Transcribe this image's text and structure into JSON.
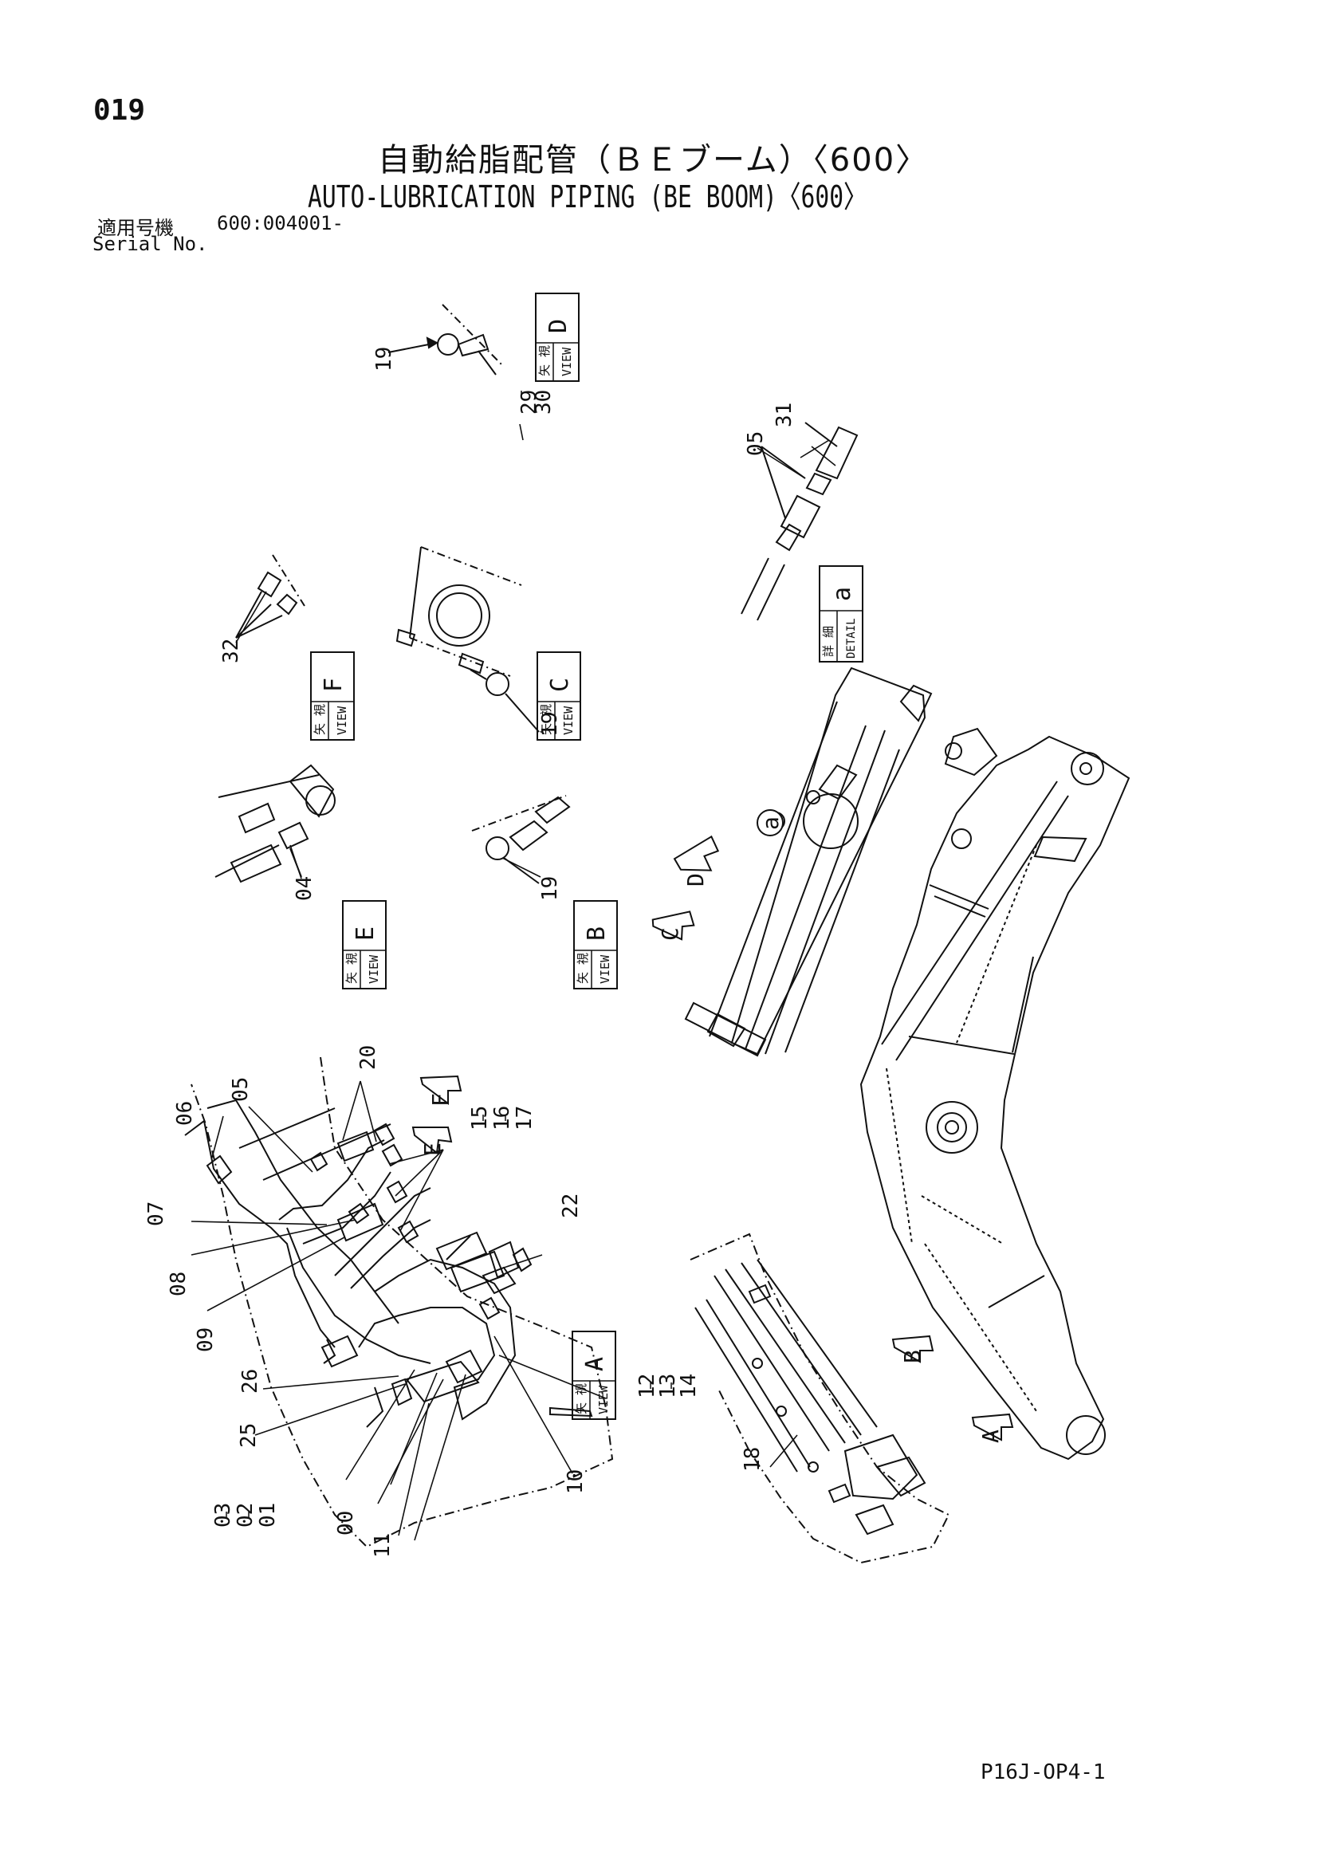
{
  "page_number": "019",
  "title_jp": "自動給脂配管（ＢＥブーム）〈600〉",
  "title_en": "AUTO-LUBRICATION PIPING (BE BOOM)〈600〉",
  "serial": {
    "label_jp": "適用号機",
    "value": "600:004001-",
    "label_en": "Serial No."
  },
  "doc_code": "P16J-OP4-1",
  "views": {
    "A": {
      "jp": "矢 視",
      "en": "VIEW",
      "letter": "A"
    },
    "B": {
      "jp": "矢 視",
      "en": "VIEW",
      "letter": "B"
    },
    "C": {
      "jp": "矢 視",
      "en": "VIEW",
      "letter": "C"
    },
    "D": {
      "jp": "矢 視",
      "en": "VIEW",
      "letter": "D"
    },
    "E": {
      "jp": "矢 視",
      "en": "VIEW",
      "letter": "E"
    },
    "F": {
      "jp": "矢 視",
      "en": "VIEW",
      "letter": "F"
    },
    "a": {
      "jp": "詳 細",
      "en": "DETAIL",
      "letter": "a"
    }
  },
  "callouts": {
    "p00": "00",
    "p01": "01",
    "p02": "02",
    "p03": "03",
    "p04": "04",
    "p05": "05",
    "p06": "06",
    "p07": "07",
    "p08": "08",
    "p09": "09",
    "p10": "10",
    "p11": "11",
    "p12": "12",
    "p13": "13",
    "p14": "14",
    "p15": "15",
    "p16": "16",
    "p17": "17",
    "p18": "18",
    "p19": "19",
    "p20": "20",
    "p22": "22",
    "p25": "25",
    "p26": "26",
    "p29": "29",
    "p30": "30",
    "p31": "31",
    "p32": "32"
  },
  "arrow_letters": {
    "A": "A",
    "B": "B",
    "C": "C",
    "D": "D",
    "E": "E",
    "F": "F",
    "a": "a"
  }
}
